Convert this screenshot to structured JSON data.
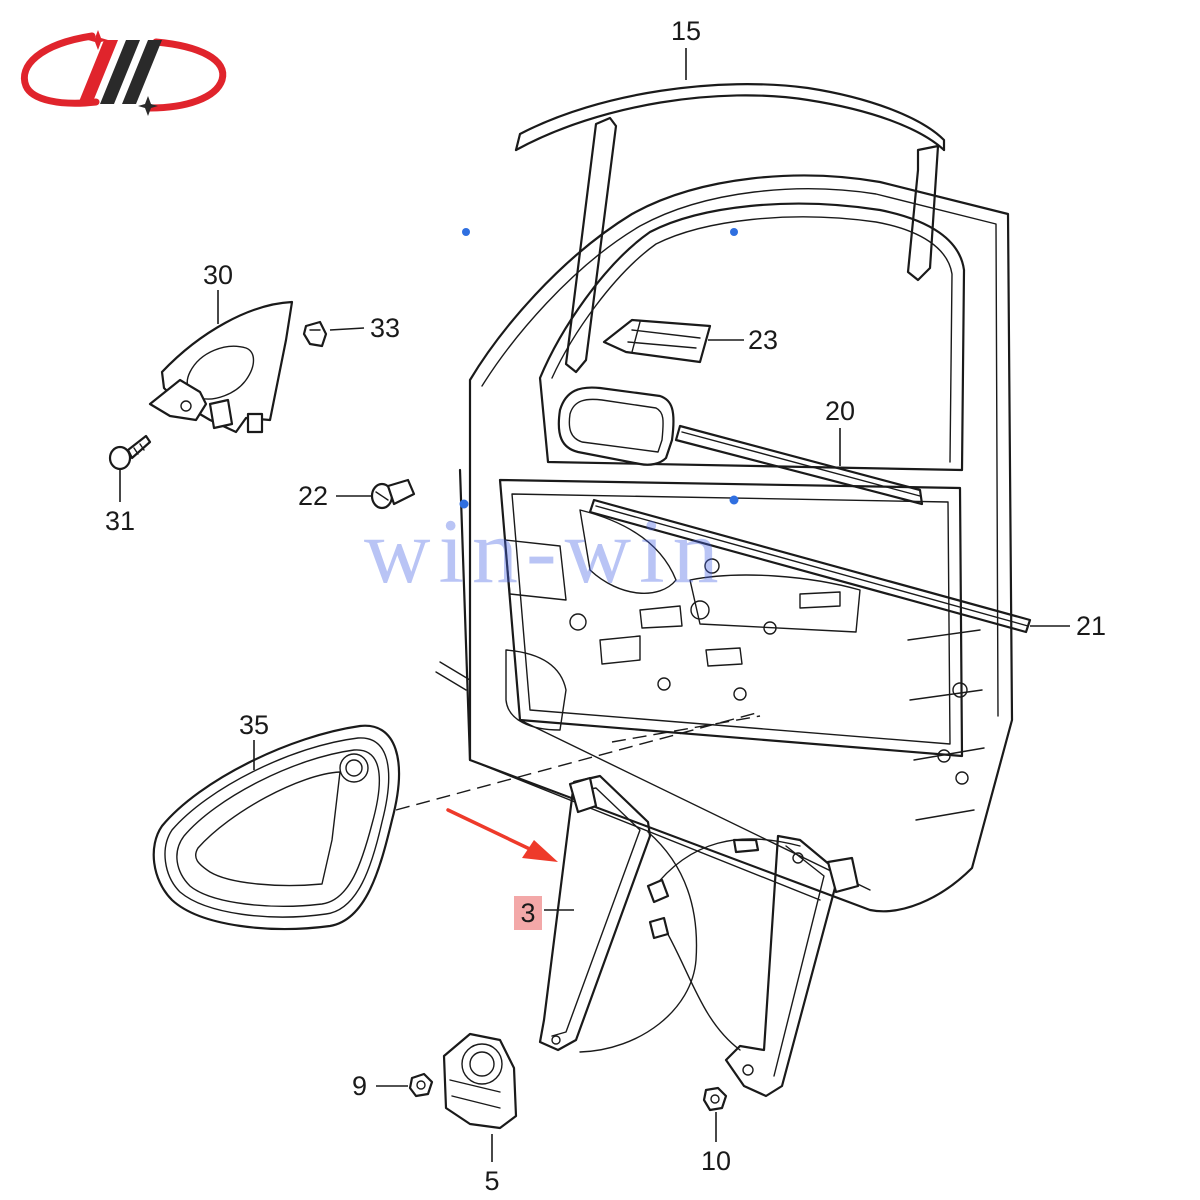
{
  "logo": {
    "colors": {
      "red": "#e0242c",
      "dark": "#2a2a2a"
    }
  },
  "watermark": {
    "text": "win-win",
    "color": "#4664e6"
  },
  "highlight": {
    "color": "#ef8b8b",
    "arrow_color": "#ee3a2a"
  },
  "callouts": [
    {
      "id": "15",
      "label": "15"
    },
    {
      "id": "30",
      "label": "30"
    },
    {
      "id": "33",
      "label": "33"
    },
    {
      "id": "31",
      "label": "31"
    },
    {
      "id": "22",
      "label": "22"
    },
    {
      "id": "23",
      "label": "23"
    },
    {
      "id": "20",
      "label": "20"
    },
    {
      "id": "21",
      "label": "21"
    },
    {
      "id": "35",
      "label": "35"
    },
    {
      "id": "3",
      "label": "3"
    },
    {
      "id": "9",
      "label": "9"
    },
    {
      "id": "5",
      "label": "5"
    },
    {
      "id": "10",
      "label": "10"
    }
  ]
}
